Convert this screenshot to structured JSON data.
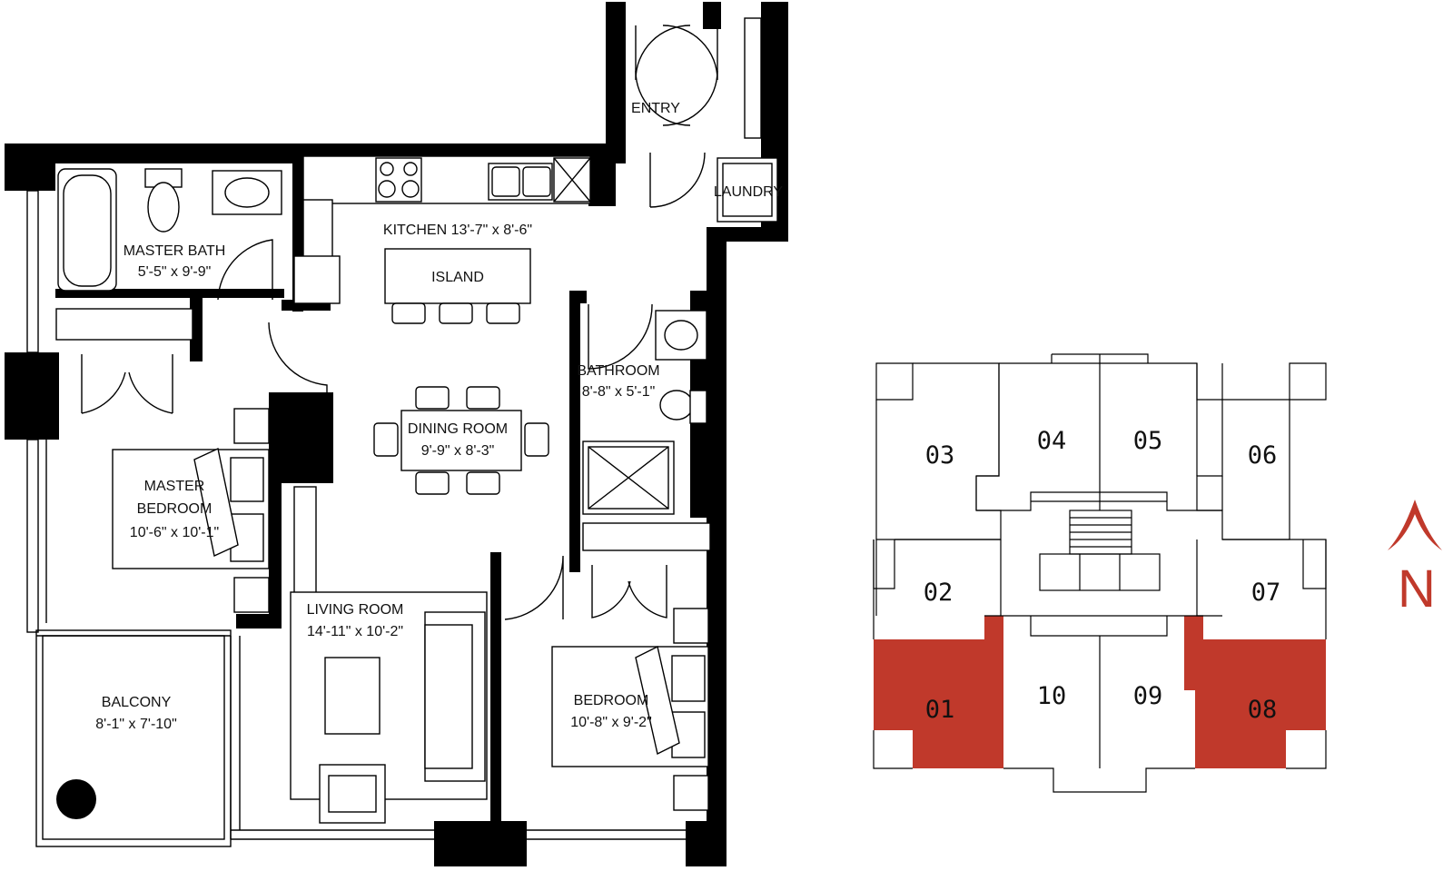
{
  "floor_plan": {
    "rooms": [
      {
        "id": "entry",
        "name": "ENTRY",
        "dims": ""
      },
      {
        "id": "laundry",
        "name": "LAUNDRY",
        "dims": ""
      },
      {
        "id": "kitchen",
        "name": "KITCHEN 13'-7\" x 8'-6\"",
        "dims": ""
      },
      {
        "id": "island",
        "name": "ISLAND",
        "dims": ""
      },
      {
        "id": "master-bath",
        "name": "MASTER BATH",
        "dims": "5'-5\" x 9'-9\""
      },
      {
        "id": "bathroom",
        "name": "BATHROOM",
        "dims": "8'-8\" x 5'-1\""
      },
      {
        "id": "dining-room",
        "name": "DINING ROOM",
        "dims": "9'-9\" x 8'-3\""
      },
      {
        "id": "master-bedroom",
        "name": "MASTER",
        "name2": "BEDROOM",
        "dims": "10'-6\" x 10'-1\""
      },
      {
        "id": "living-room",
        "name": "LIVING ROOM",
        "dims": "14'-11\" x 10'-2\""
      },
      {
        "id": "bedroom",
        "name": "BEDROOM",
        "dims": "10'-8\" x 9'-2\""
      },
      {
        "id": "balcony",
        "name": "BALCONY",
        "dims": "8'-1\" x 7'-10\""
      }
    ]
  },
  "key_plan": {
    "units": [
      {
        "label": "03",
        "selected": false
      },
      {
        "label": "04",
        "selected": false
      },
      {
        "label": "05",
        "selected": false
      },
      {
        "label": "06",
        "selected": false
      },
      {
        "label": "02",
        "selected": false
      },
      {
        "label": "07",
        "selected": false
      },
      {
        "label": "01",
        "selected": true
      },
      {
        "label": "10",
        "selected": false
      },
      {
        "label": "09",
        "selected": false
      },
      {
        "label": "08",
        "selected": true
      }
    ],
    "highlight_color": "#c0392b"
  },
  "compass": {
    "label": "N",
    "color": "#c0392b"
  }
}
